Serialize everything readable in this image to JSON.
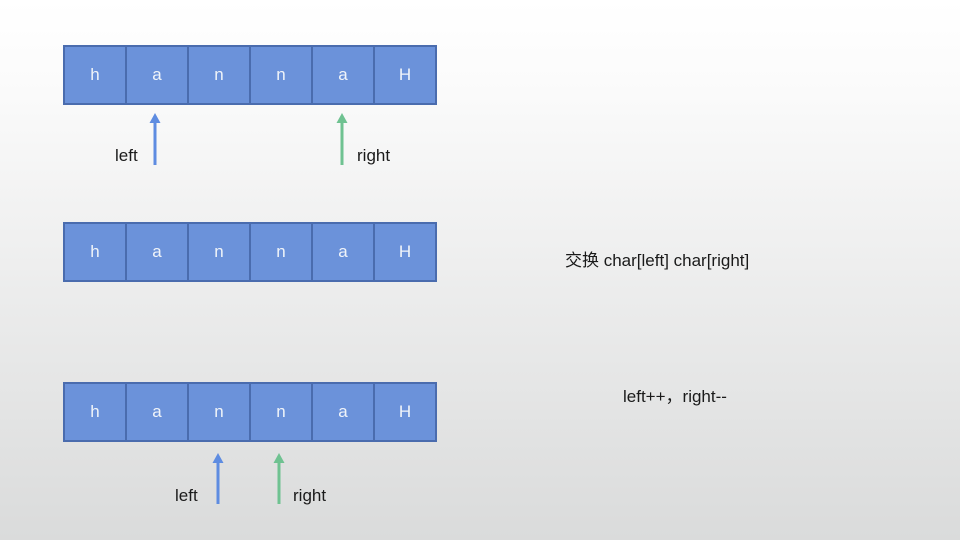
{
  "colors": {
    "cell_fill": "#6b92da",
    "cell_border": "#4a6cae",
    "left_pointer_arrow": "#5e8ce1",
    "right_pointer_arrow": "#6fc291",
    "label_text": "#1a1a1a",
    "background_top": "#ffffff",
    "background_bottom": "#dadbdb"
  },
  "rows": [
    {
      "cells": [
        "h",
        "a",
        "n",
        "n",
        "a",
        "H"
      ],
      "pointers": {
        "left": {
          "label": "left",
          "cell_index": 1
        },
        "right": {
          "label": "right",
          "cell_index": 4
        }
      }
    },
    {
      "cells": [
        "h",
        "a",
        "n",
        "n",
        "a",
        "H"
      ],
      "annotation": "交换 char[left] char[right]"
    },
    {
      "cells": [
        "h",
        "a",
        "n",
        "n",
        "a",
        "H"
      ],
      "pointers": {
        "left": {
          "label": "left",
          "cell_index": 2
        },
        "right": {
          "label": "right",
          "cell_index": 3
        }
      },
      "annotation": "left++，right--"
    }
  ]
}
